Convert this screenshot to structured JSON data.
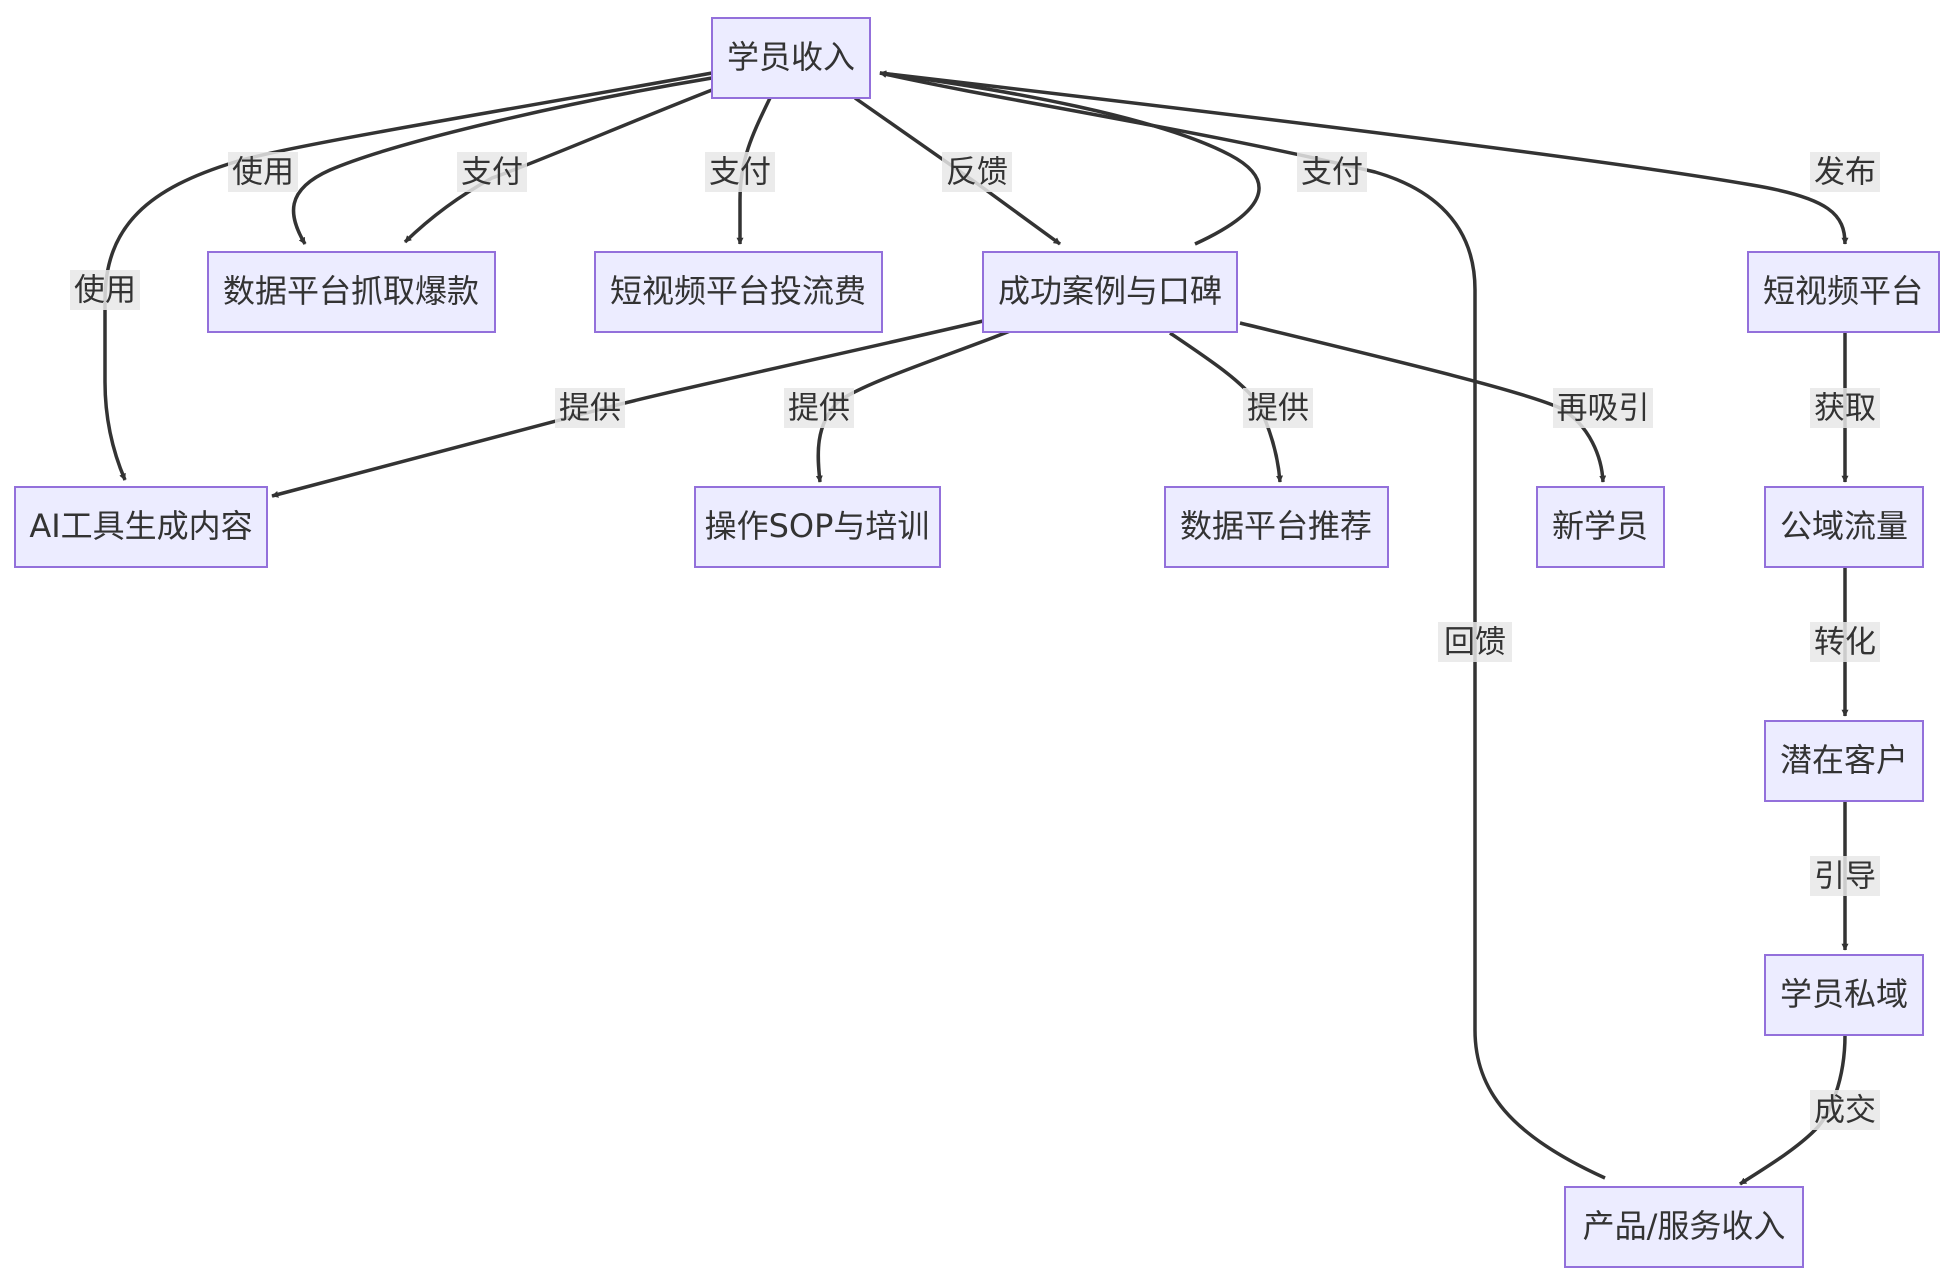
{
  "diagram": {
    "type": "flowchart",
    "colors": {
      "node_fill": "#ECECFF",
      "node_border": "#9370DB",
      "edge": "#333333",
      "label_bg": "#e8e8e8",
      "text": "#333333"
    },
    "nodes": {
      "student_income": "学员收入",
      "data_platform_hot": "数据平台抓取爆款",
      "short_video_ad_fee": "短视频平台投流费",
      "success_cases": "成功案例与口碑",
      "short_video_platform": "短视频平台",
      "ai_tool": "AI工具生成内容",
      "sop_training": "操作SOP与培训",
      "data_platform_recommend": "数据平台推荐",
      "new_students": "新学员",
      "public_traffic": "公域流量",
      "potential_customers": "潜在客户",
      "student_private_domain": "学员私域",
      "product_income": "产品/服务收入"
    },
    "edge_labels": {
      "use_to_ai_upper": "使用",
      "use_to_ai_lower": "使用",
      "pay_data_platform": "支付",
      "pay_ad_fee": "支付",
      "feedback_cases": "反馈",
      "pay_product": "支付",
      "publish": "发布",
      "provide_ai": "提供",
      "provide_sop": "提供",
      "provide_data_rec": "提供",
      "reattract": "再吸引",
      "acquire": "获取",
      "convert": "转化",
      "guide": "引导",
      "deal": "成交",
      "feedback_product": "回馈"
    }
  }
}
